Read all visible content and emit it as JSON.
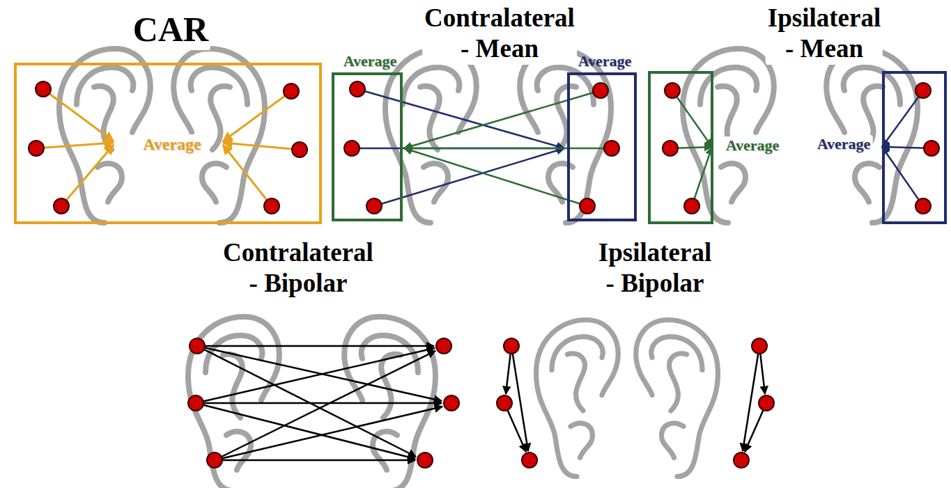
{
  "diagram": {
    "nodes": [
      {
        "text": [
          "CAR",
          "Average"
        ]
      },
      {
        "text": [
          "Average"
        ]
      },
      {
        "text": [
          "Average"
        ]
      }
    ],
    "labels": [
      "Contralateral - Mean",
      "Ipsilateral - Mean",
      "Average",
      "Average",
      "Contralateral - Bipolar",
      "Ipsilateral - Bipolar"
    ]
  }
}
